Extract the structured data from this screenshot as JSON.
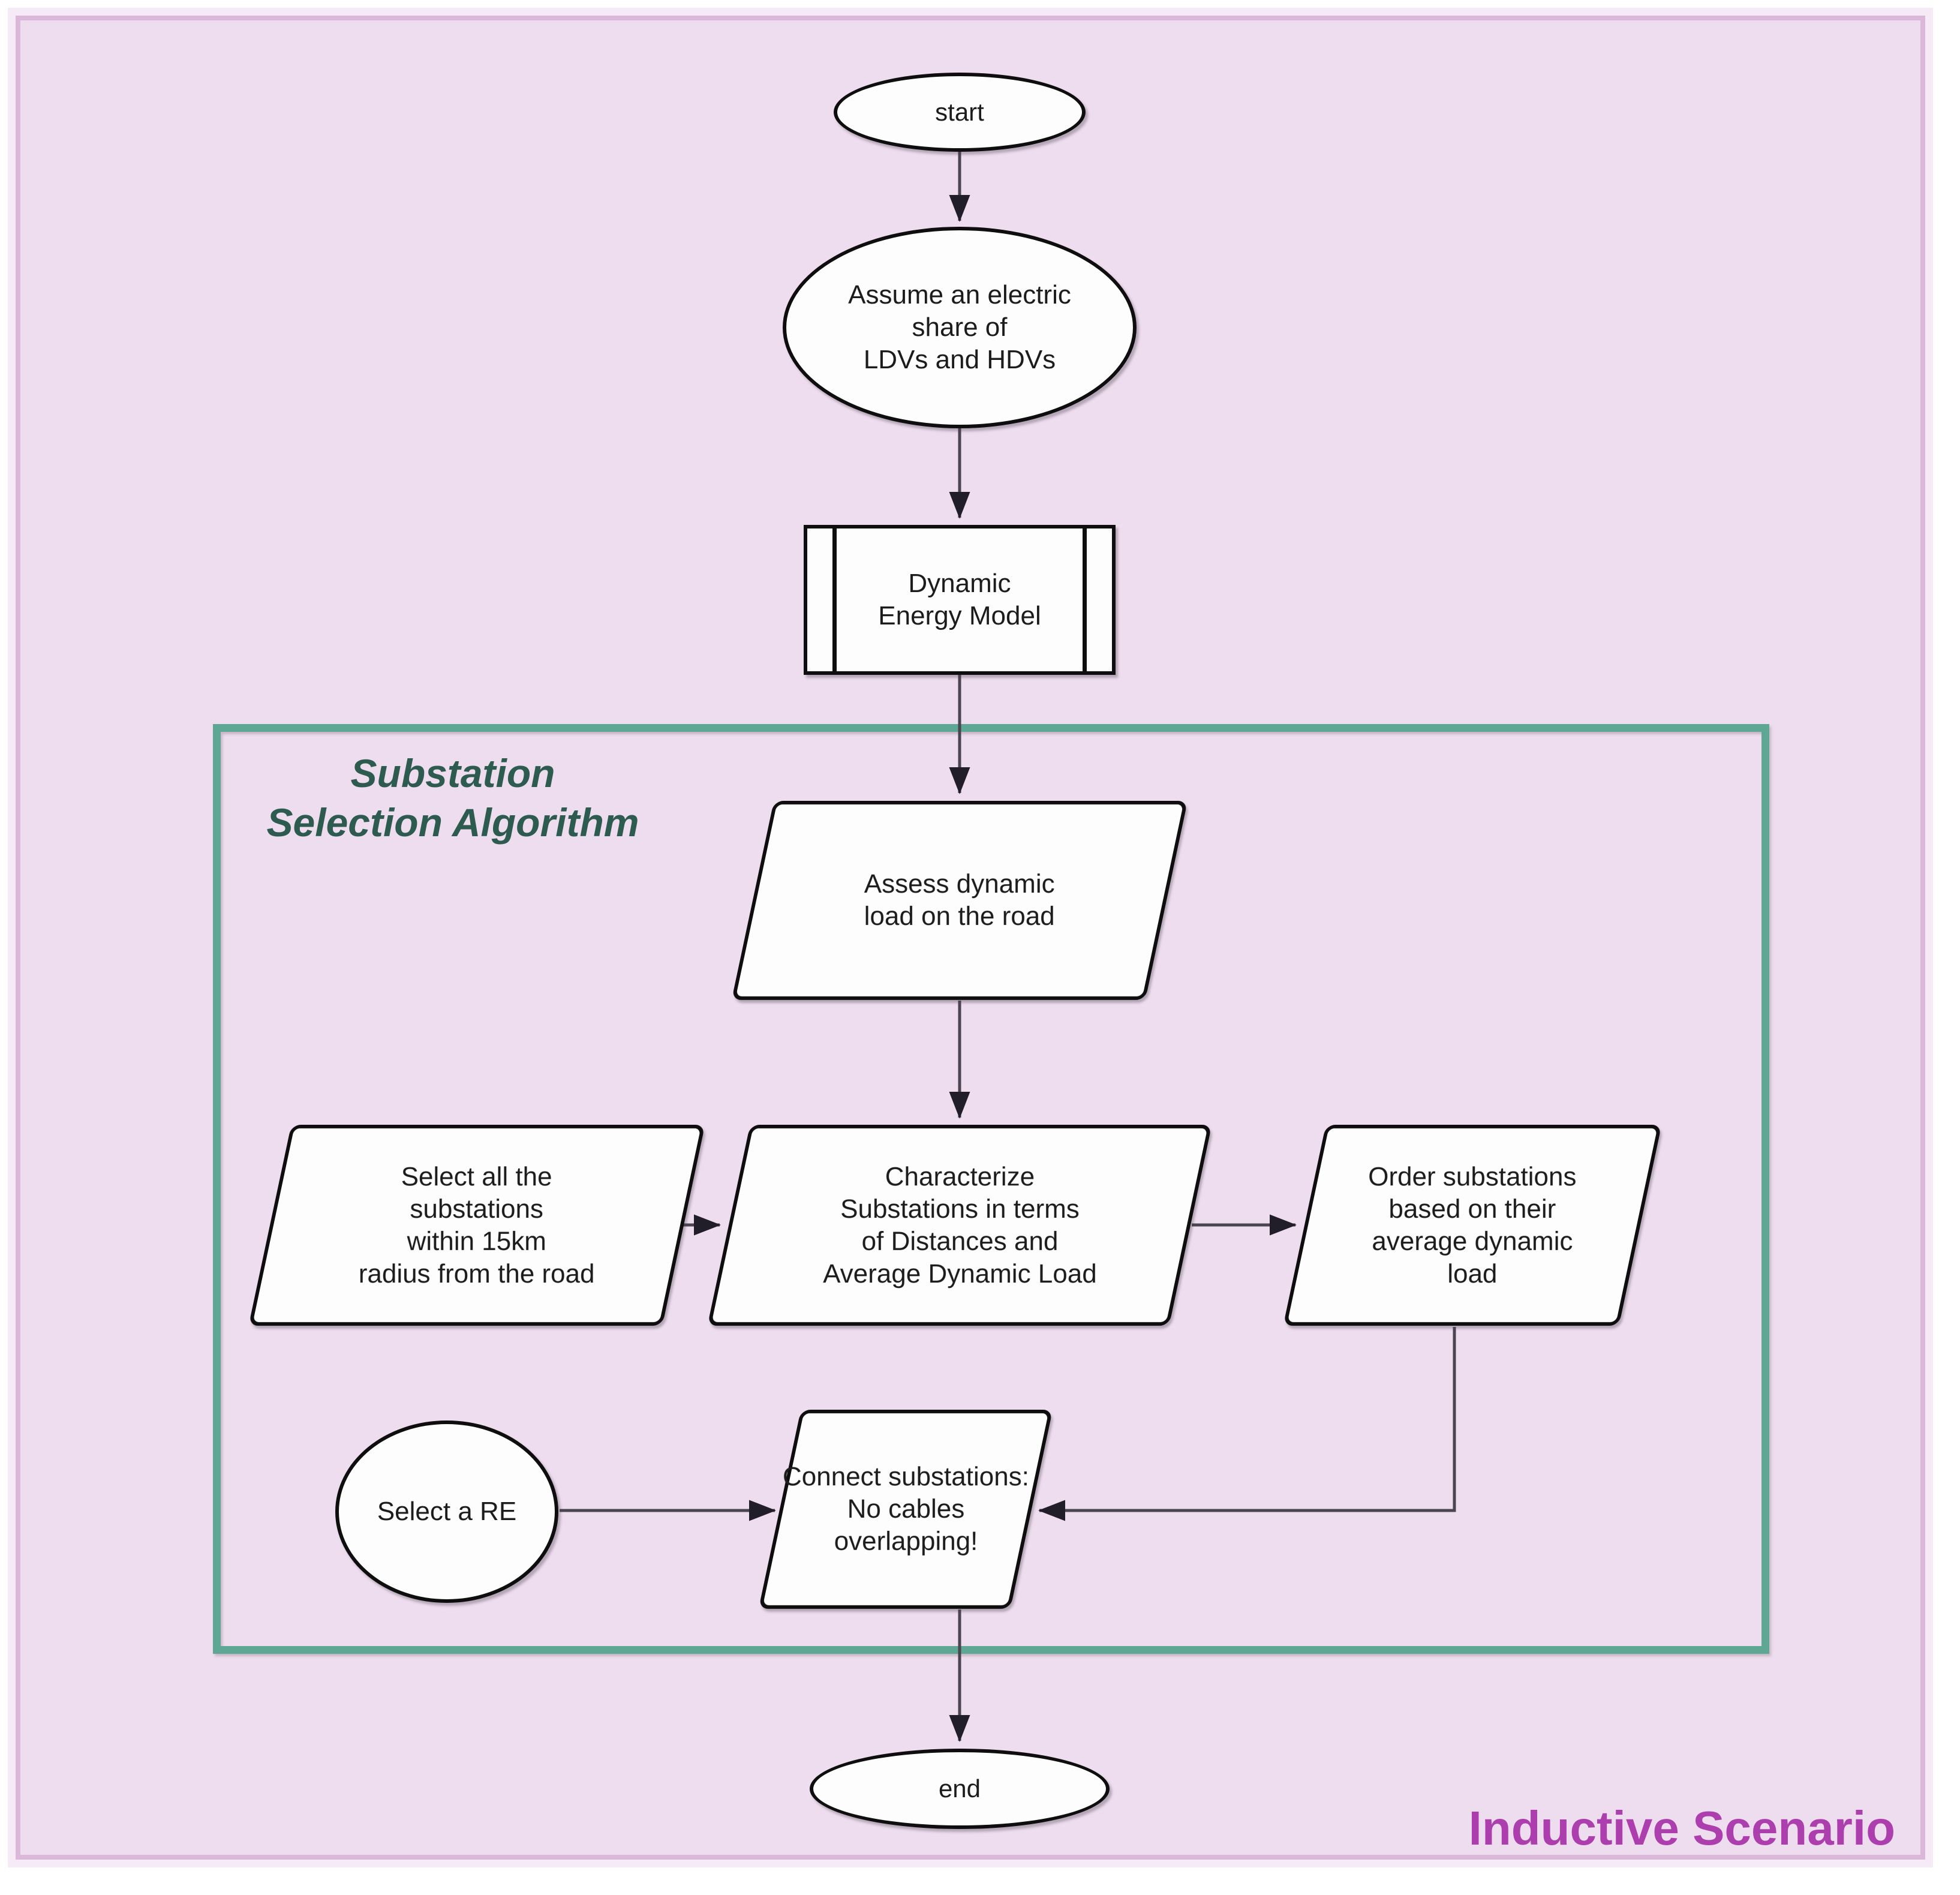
{
  "colors": {
    "panel_background": "#eeddee",
    "panel_border": "#dbb7d9",
    "group_border_teal": "#5ea795",
    "group_title_teal": "#2e5b4f",
    "scenario_magenta": "#ad3ead",
    "shape_fill": "#fefdfe",
    "shape_stroke": "#0e0e0e",
    "connector_line": "#4a4550",
    "connector_arrowhead": "#221e29"
  },
  "nodes": {
    "start": {
      "label": "start"
    },
    "assume": {
      "lines": [
        "Assume an electric",
        "share of",
        "LDVs and HDVs"
      ]
    },
    "dem": {
      "lines": [
        "Dynamic",
        "Energy Model"
      ]
    },
    "assess": {
      "lines": [
        "Assess dynamic",
        "load on the road"
      ]
    },
    "select_all": {
      "lines": [
        "Select all the",
        "substations",
        "within 15km",
        "radius from the road"
      ]
    },
    "characterize": {
      "lines": [
        "Characterize",
        "Substations in terms",
        "of Distances and",
        "Average Dynamic Load"
      ]
    },
    "order": {
      "lines": [
        "Order substations",
        "based on their",
        "average dynamic",
        "load"
      ]
    },
    "select_re": {
      "label": "Select a RE"
    },
    "connect": {
      "lines": [
        "Connect substations:",
        "No cables",
        "overlapping!"
      ]
    },
    "end": {
      "label": "end"
    }
  },
  "group": {
    "title_lines": [
      "Substation",
      "Selection Algorithm"
    ]
  },
  "footer": {
    "scenario_label": "Inductive Scenario"
  }
}
